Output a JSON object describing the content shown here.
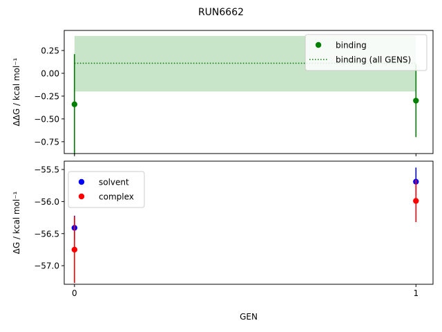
{
  "figure_title": "RUN6662",
  "colors": {
    "binding": "#008000",
    "binding_band": "#c9e5c9",
    "solvent": "#0000ff",
    "complex": "#ff0000"
  },
  "chart_data": [
    {
      "type": "scatter",
      "panel": "top",
      "xlabel": "",
      "ylabel": "ΔΔG / kcal mol⁻¹",
      "xlim": [
        -0.03,
        1.05
      ],
      "ylim": [
        -0.88,
        0.47
      ],
      "xticks": [
        0,
        1
      ],
      "xtick_labels": [
        "",
        ""
      ],
      "yticks": [
        -0.75,
        -0.5,
        -0.25,
        0.0,
        0.25
      ],
      "ytick_labels": [
        "−0.75",
        "−0.50",
        "−0.25",
        "0.00",
        "0.25"
      ],
      "grid": false,
      "legend_position": "top-right",
      "series": [
        {
          "name": "binding",
          "style": "points-with-errorbars",
          "color_key": "binding",
          "x": [
            0,
            1
          ],
          "y": [
            -0.34,
            -0.3
          ],
          "yerr": [
            0.55,
            0.4
          ]
        }
      ],
      "reference_line": {
        "name": "binding (all GENS)",
        "style": "dotted",
        "color_key": "binding",
        "x": [
          0,
          1
        ],
        "y": 0.11,
        "band": [
          -0.2,
          0.41
        ]
      }
    },
    {
      "type": "scatter",
      "panel": "bottom",
      "xlabel": "GEN",
      "ylabel": "ΔG / kcal mol⁻¹",
      "xlim": [
        -0.03,
        1.05
      ],
      "ylim": [
        -57.29,
        -55.37
      ],
      "xticks": [
        0,
        1
      ],
      "xtick_labels": [
        "0",
        "1"
      ],
      "yticks": [
        -57.0,
        -56.5,
        -56.0,
        -55.5
      ],
      "ytick_labels": [
        "−57.0",
        "−56.5",
        "−56.0",
        "−55.5"
      ],
      "grid": false,
      "legend_position": "top-left",
      "series": [
        {
          "name": "solvent",
          "style": "points-with-errorbars",
          "color_key": "solvent",
          "x": [
            0,
            1
          ],
          "y": [
            -56.41,
            -55.69
          ],
          "yerr": [
            0.19,
            0.22
          ]
        },
        {
          "name": "complex",
          "style": "points-with-errorbars",
          "color_key": "complex",
          "x": [
            0,
            1
          ],
          "y": [
            -56.75,
            -55.99
          ],
          "yerr": [
            0.52,
            0.33
          ]
        }
      ]
    }
  ]
}
